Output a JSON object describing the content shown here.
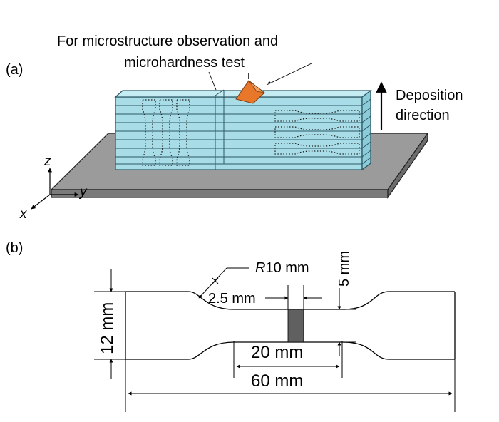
{
  "panel_a": {
    "label": "(a)",
    "callout_line1": "For microstructure observation and",
    "callout_line2": "microhardness test",
    "deposition_line1": "Deposition",
    "deposition_line2": "direction",
    "axis_z": "z",
    "axis_y": "y",
    "axis_x": "x",
    "colors": {
      "block": "#a8dde8",
      "block_edge": "#2e5866",
      "plate": "#9b9b9b",
      "indenter": "#e8772a"
    }
  },
  "panel_b": {
    "label": "(b)",
    "radius_italic": "R",
    "radius_value": "10 mm",
    "dim_gauge_width": "2.5 mm",
    "dim_thickness": "5 mm",
    "dim_grip_height": "12 mm",
    "dim_gauge_length": "20 mm",
    "dim_total_length": "60 mm",
    "colors": {
      "insert": "#606060"
    }
  }
}
